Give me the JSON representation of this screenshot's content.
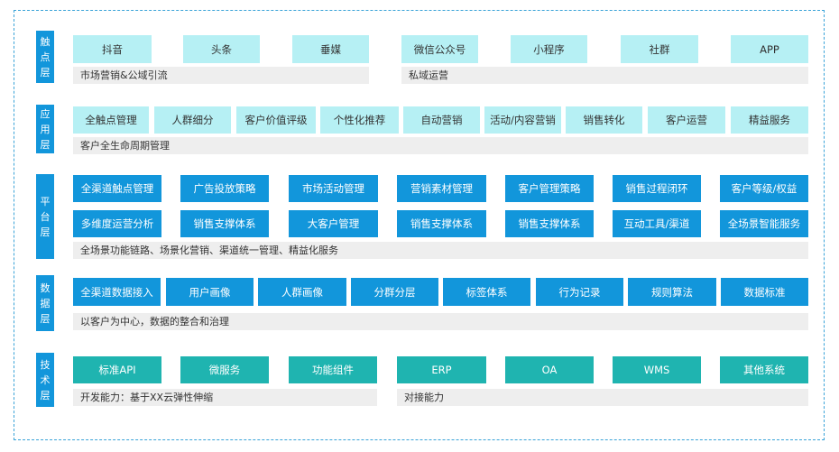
{
  "touch": {
    "label": [
      "触",
      "点",
      "层"
    ],
    "items": [
      "抖音",
      "头条",
      "垂媒",
      "微信公众号",
      "小程序",
      "社群",
      "APP"
    ],
    "desc_left": "市场营销&公域引流",
    "desc_right": "私域运营"
  },
  "application": {
    "label": [
      "应",
      "用",
      "层"
    ],
    "items": [
      "全触点管理",
      "人群细分",
      "客户价值评级",
      "个性化推荐",
      "自动营销",
      "活动/内容营销",
      "销售转化",
      "客户运营",
      "精益服务"
    ],
    "desc": "客户全生命周期管理"
  },
  "platform": {
    "label": [
      "平",
      "台",
      "层"
    ],
    "row1": [
      "全渠道触点管理",
      "广告投放策略",
      "市场活动管理",
      "营销素材管理",
      "客户管理策略",
      "销售过程闭环",
      "客户等级/权益"
    ],
    "row2": [
      "多维度运营分析",
      "销售支撑体系",
      "大客户管理",
      "销售支撑体系",
      "销售支撑体系",
      "互动工具/渠道",
      "全场景智能服务"
    ],
    "desc": "全场景功能链路、场景化营销、渠道统一管理、精益化服务"
  },
  "data_layer": {
    "label": [
      "数",
      "据",
      "层"
    ],
    "items": [
      "全渠道数据接入",
      "用户画像",
      "人群画像",
      "分群分层",
      "标签体系",
      "行为记录",
      "规则算法",
      "数据标准"
    ],
    "desc": "以客户为中心，数据的整合和治理"
  },
  "tech": {
    "label": [
      "技",
      "术",
      "层"
    ],
    "items": [
      "标准API",
      "微服务",
      "功能组件",
      "ERP",
      "OA",
      "WMS",
      "其他系统"
    ],
    "desc_left": "开发能力：基于XX云弹性伸缩",
    "desc_right": "对接能力"
  },
  "colors": {
    "label_blue": "#1296db",
    "pale_cyan": "#b6f0f4",
    "teal": "#1fb4b0",
    "desc_gray": "#eeeeee",
    "frame_dash": "#3aa3d8"
  }
}
